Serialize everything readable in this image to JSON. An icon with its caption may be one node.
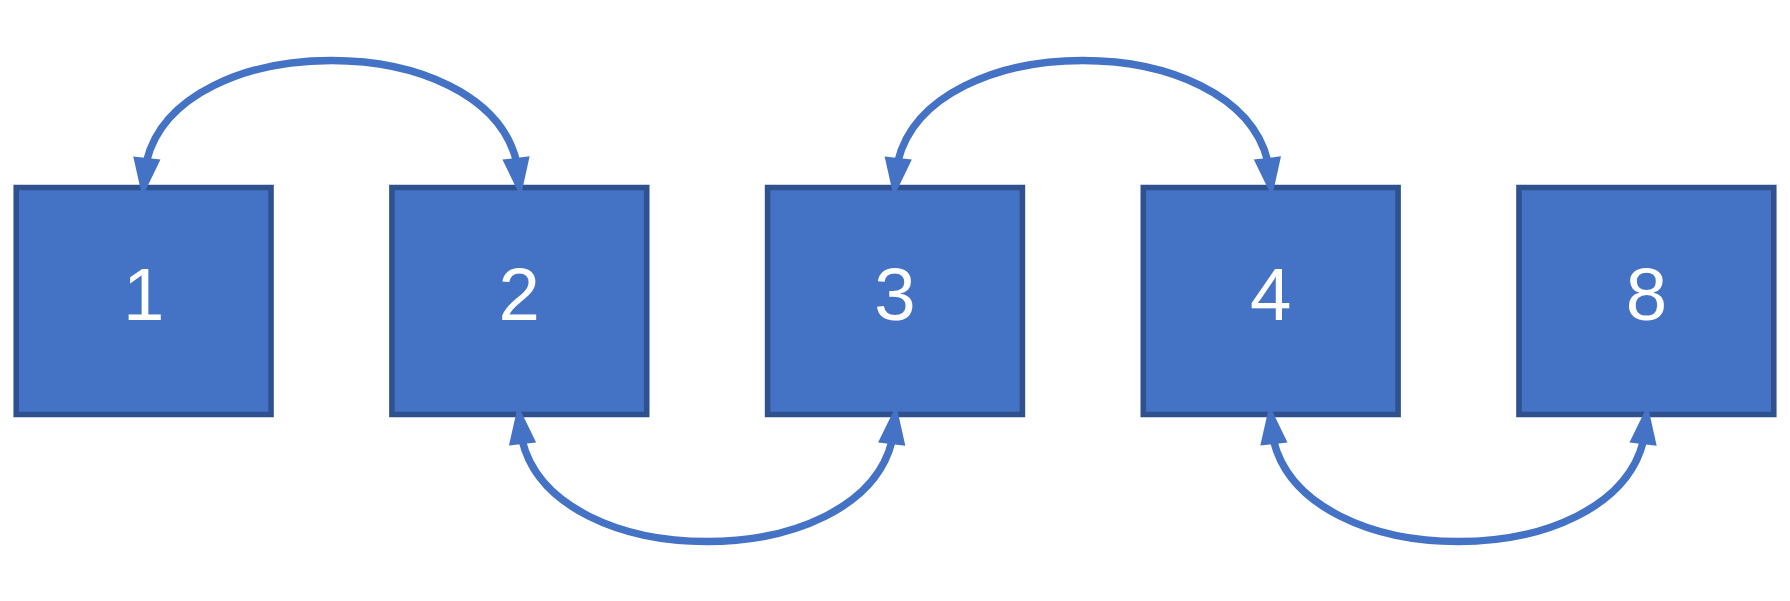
{
  "diagram": {
    "nodes": [
      {
        "text": [
          "1"
        ]
      },
      {
        "text": [
          "2"
        ]
      },
      {
        "text": [
          "3"
        ]
      },
      {
        "text": [
          "4"
        ]
      },
      {
        "text": [
          "8"
        ]
      }
    ],
    "edges": [
      {
        "from": 0,
        "to": 1,
        "arrow": "both"
      },
      {
        "from": 1,
        "to": 2,
        "arrow": "both"
      },
      {
        "from": 2,
        "to": 3,
        "arrow": "both"
      },
      {
        "from": 3,
        "to": 4,
        "arrow": "both"
      }
    ]
  }
}
